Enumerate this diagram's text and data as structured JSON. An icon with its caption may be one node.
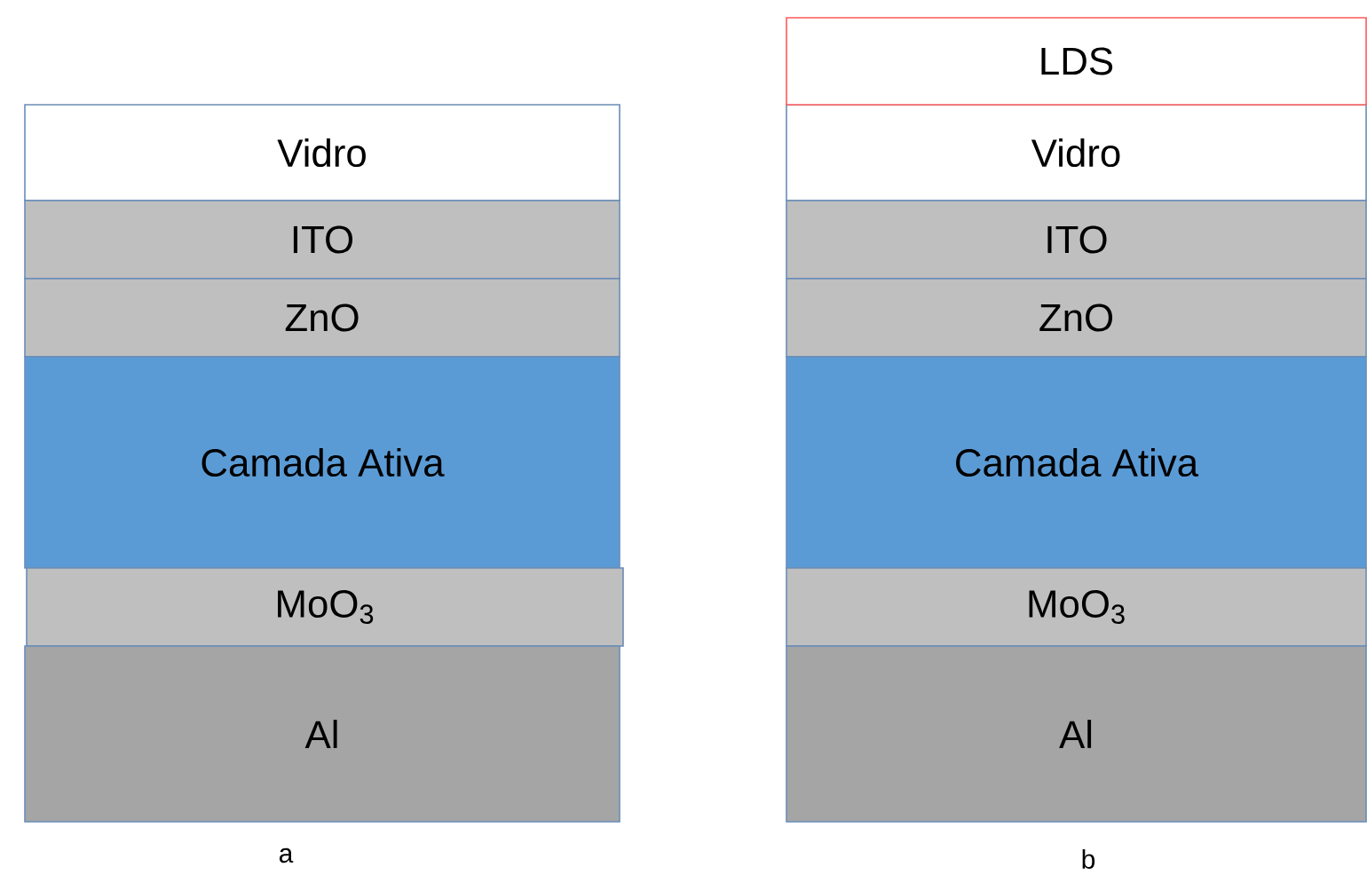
{
  "diagram": {
    "nodes": [
      {
        "text": [
          "Vidro"
        ]
      },
      {
        "text": [
          "ITO"
        ]
      },
      {
        "text": [
          "ZnO"
        ]
      },
      {
        "text": [
          "Camada Ativa"
        ]
      },
      {
        "text": [
          "MoO$_{3}$"
        ]
      },
      {
        "text": [
          "Al"
        ]
      },
      {
        "text": [
          "LDS"
        ]
      },
      {
        "text": [
          "Vidro"
        ]
      },
      {
        "text": [
          "ITO"
        ]
      },
      {
        "text": [
          "ZnO"
        ]
      },
      {
        "text": [
          "Camada Ativa"
        ]
      },
      {
        "text": [
          "MoO$_{3}$"
        ]
      },
      {
        "text": [
          "Al"
        ]
      }
    ],
    "labels": [
      "a",
      "b"
    ]
  }
}
